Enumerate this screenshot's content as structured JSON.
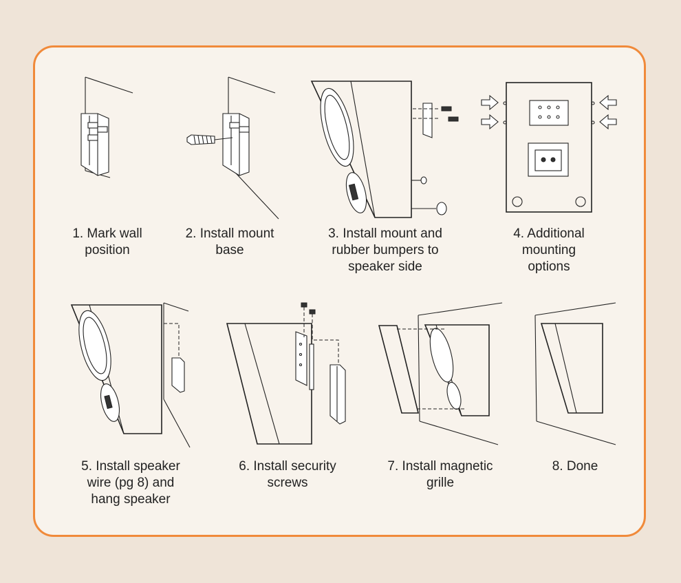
{
  "colors": {
    "background": "#efe4d8",
    "card_border": "#f08a3a",
    "card_fill": "#f8f3ec",
    "line": "#222222"
  },
  "steps": [
    {
      "caption": "1. Mark wall position"
    },
    {
      "caption": "2. Install mount base"
    },
    {
      "caption": "3. Install mount and rubber bumpers to speaker side"
    },
    {
      "caption": "4. Additional mounting options"
    },
    {
      "caption": "5. Install speaker wire (pg 8) and hang speaker"
    },
    {
      "caption": "6. Install security screws"
    },
    {
      "caption": "7. Install magnetic grille"
    },
    {
      "caption": "8. Done"
    }
  ]
}
